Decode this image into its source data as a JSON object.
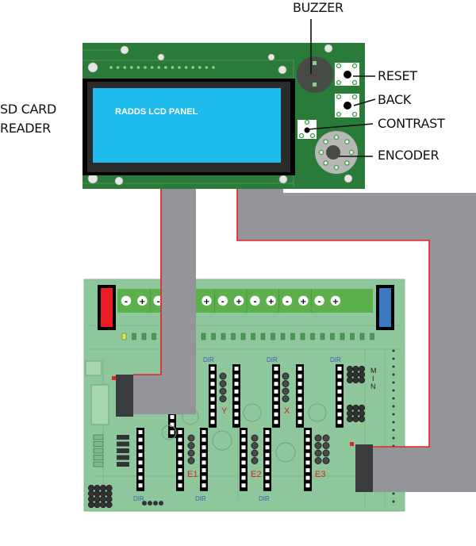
{
  "title": "RADDS LCD panel wiring diagram",
  "lcd_board": {
    "panel_label": "RADDS LCD PANEL",
    "callouts": {
      "sd_card_reader": [
        "SD CARD",
        "READER"
      ],
      "buzzer": "BUZZER",
      "reset": "RESET",
      "back": "BACK",
      "contrast": "CONTRAST",
      "encoder": "ENCODER"
    }
  },
  "controller_board": {
    "stepper_labels": [
      "Y",
      "X",
      "E1",
      "E2",
      "E3"
    ],
    "dir_label": "DIR",
    "min_label": [
      "M",
      "I",
      "N"
    ],
    "terminal_polarity": [
      "-",
      "+"
    ]
  },
  "colors": {
    "lcd_pcb": "#2a7a3a",
    "lcd_screen": "#1fbbec",
    "controller_pcb": "#8fc79c",
    "terminal_block": "#5cb04c",
    "ribbon_cable": "#939598",
    "wire_red": "#e8202a",
    "fuse_red": "#ec1c24",
    "fuse_blue": "#3e78bf",
    "connector": "#3a3b3d"
  }
}
